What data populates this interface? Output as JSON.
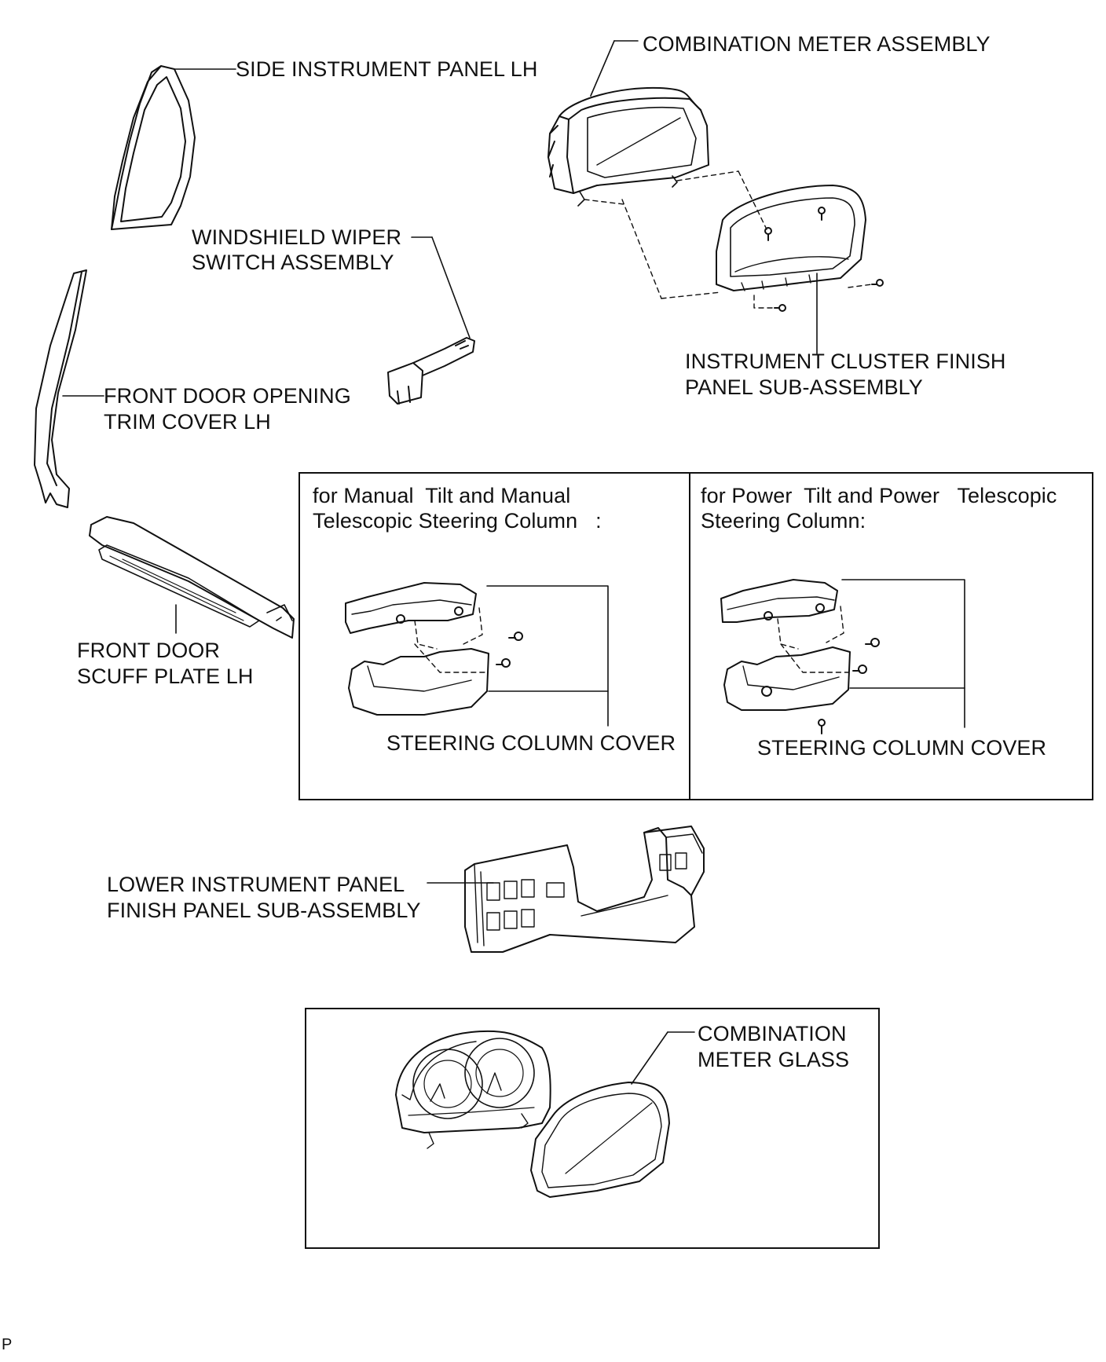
{
  "labels": {
    "side_instrument_panel": "SIDE INSTRUMENT PANEL LH",
    "combination_meter_assembly": "COMBINATION METER ASSEMBLY",
    "wiper_switch_line1": "WINDSHIELD WIPER",
    "wiper_switch_line2": "SWITCH ASSEMBLY",
    "cluster_finish_line1": "INSTRUMENT CLUSTER FINISH",
    "cluster_finish_line2": "PANEL SUB-ASSEMBLY",
    "door_trim_line1": "FRONT DOOR OPENING",
    "door_trim_line2": "TRIM COVER LH",
    "scuff_plate_line1": "FRONT DOOR",
    "scuff_plate_line2": "SCUFF PLATE LH",
    "manual_heading_line1": "for Manual  Tilt and Manual",
    "manual_heading_line2": "Telescopic Steering Column   :",
    "power_heading_line1": "for Power  Tilt and Power   Telescopic",
    "power_heading_line2": "Steering Column:",
    "steering_cover_manual": "STEERING COLUMN COVER",
    "steering_cover_power": "STEERING COLUMN COVER",
    "lower_panel_line1": "LOWER INSTRUMENT PANEL",
    "lower_panel_line2": "FINISH PANEL SUB-ASSEMBLY",
    "meter_glass_line1": "COMBINATION",
    "meter_glass_line2": "METER GLASS",
    "corner_code": "P"
  }
}
